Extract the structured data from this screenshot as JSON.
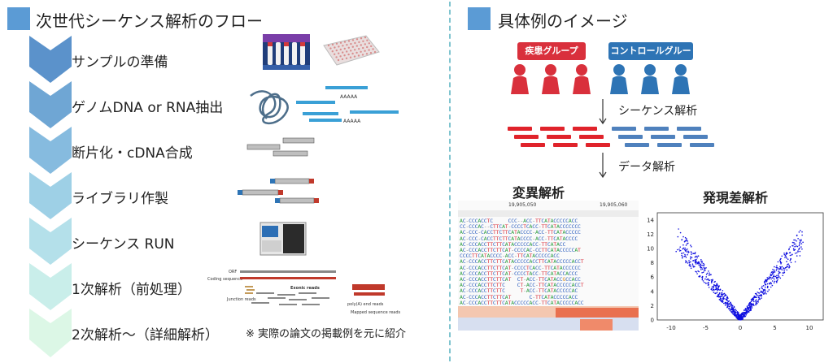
{
  "colors": {
    "accent_square": "#5b9bd5",
    "disease": "#d9303c",
    "control": "#2e74b5",
    "red_reads": "#e0232b",
    "blue_reads": "#4f81bd",
    "divider": "#7fc4cf"
  },
  "left": {
    "title": "次世代シーケンス解析のフロー",
    "steps": [
      {
        "label": "サンプルの準備"
      },
      {
        "label": "ゲノムDNA or RNA抽出"
      },
      {
        "label": "断片化・cDNA合成"
      },
      {
        "label": "ライブラリ作製"
      },
      {
        "label": "シーケンス RUN"
      },
      {
        "label": "1次解析（前処理）"
      },
      {
        "label": "2次解析～（詳細解析）"
      }
    ],
    "note": "※ 実際の論文の掲載例を元に紹介",
    "extraction_polyA": "AAAAA",
    "secondary_labels": {
      "orf": "ORF",
      "coding": "Coding sequence",
      "exonic": "Exonic reads",
      "junction": "Junction reads",
      "polya": "poly(A) end reads",
      "mapped": "Mapped sequence reads"
    }
  },
  "right": {
    "title": "具体例のイメージ",
    "disease_group": "疾患グループ",
    "control_group": "コントロールグループ",
    "step1": "シーケンス解析",
    "step2": "データ解析",
    "variant_title": "変異解析",
    "expression_title": "発現差解析",
    "variant_coords": [
      "19,905,050",
      "19,905,060"
    ],
    "variant_seqs": [
      "AC-CCCACCTC     CCC--ACC-TTCATACCCCCACC",
      "CC-CCCAC--CTTCAT-CCCCTCACC-TTCATACCCCCCC",
      "AC-CCC-CACCTTCTTCATACCCC-ACC-TTCATACCCCC",
      "AC-CCC-CACCTTCTTCATACCCC-ACC-TTCATACCCC",
      "AC-CCCACCTTCTTCATACCCCCACC-TTCATACC",
      "AC-CCCACCTTCTTCAT-CCCCAC-CCTTCATACCCCCAT",
      "CCCCTTCATACCCC-ACC-TTCATACCCCCACC",
      "AC-CCCACCTTCTTCATACCCCCACCTTCATACCCCCACCT",
      "AC-CCCACCTTCTTCAT-CCCCTCACC-TTCATACCCCCC",
      "AC-CCCACCTTCTTCAT-CCCCTACC-TTCATACCACCC",
      "AC-CCCACCTTCTTCAT  CT-ACC-TTCATACCGCCACC",
      "AC-CCCACCTTCTTC    CT-ACC-TTCATACCCCCACCT",
      "AC-CCCACCTTCTTC     T-ACC-TTCATACCCCCAC",
      "AC-CCCACCTTCTTCAT      C-TTCATACCCCCACC",
      "AC-CCCACCTTCTTCATACCCCCACC-TTCATACCCCCACC"
    ],
    "volcano": {
      "x_ticks": [
        "-10",
        "-5",
        "0",
        "5",
        "10"
      ],
      "y_ticks": [
        "0",
        "2",
        "4",
        "6",
        "8",
        "10",
        "12",
        "14"
      ]
    }
  }
}
